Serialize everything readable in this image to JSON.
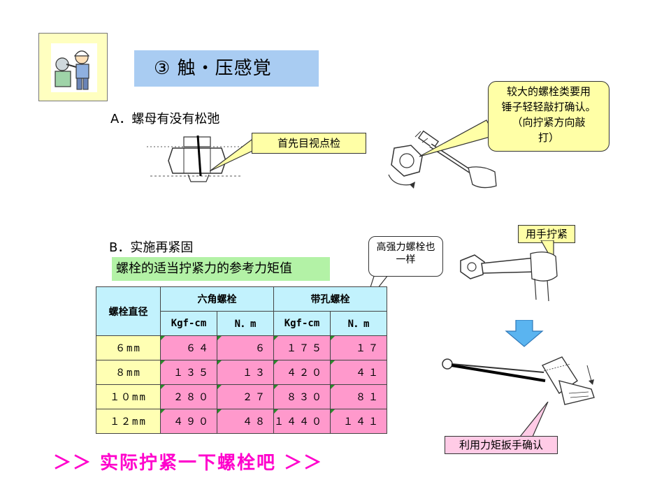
{
  "title": "③ 触・压感覚",
  "section_a": {
    "heading": "A．螺母有没有松弛",
    "callout_visual": "首先目视点检",
    "callout_hammer_line1": "较大的螺栓类要用",
    "callout_hammer_line2": "锤子轻轻敲打确认。",
    "callout_hammer_line3": "（向拧紧方向敲",
    "callout_hammer_line4": "打）"
  },
  "section_b": {
    "heading": "B．实施再紧固",
    "subtitle": "螺栓的适当拧紧力的参考力矩值",
    "callout_high_strength_line1": "高强力螺栓也",
    "callout_high_strength_line2": "一样",
    "callout_hand": "用手拧紧",
    "callout_wrench": "利用力矩扳手确认"
  },
  "table": {
    "col_diameter": "螺栓直径",
    "group_hex": "六角螺栓",
    "group_hole": "带孔螺栓",
    "unit_kgf": "Kgf-cm",
    "unit_nm": "N．m",
    "rows": [
      {
        "size": "６mm",
        "hex_kgf": "６４",
        "hex_nm": "６",
        "hole_kgf": "１７５",
        "hole_nm": "１７"
      },
      {
        "size": "８mm",
        "hex_kgf": "１３５",
        "hex_nm": "１３",
        "hole_kgf": "４２０",
        "hole_nm": "４１"
      },
      {
        "size": "１０mm",
        "hex_kgf": "２８０",
        "hex_nm": "２７",
        "hole_kgf": "８３０",
        "hole_nm": "８１"
      },
      {
        "size": "１２mm",
        "hex_kgf": "４９０",
        "hex_nm": "４８",
        "hole_kgf": "１４４０",
        "hole_nm": "１４１"
      }
    ]
  },
  "footer": "＞＞ 实际拧紧一下螺栓吧 ＞＞",
  "colors": {
    "title_bg": "#a9ccf2",
    "subtitle_bg": "#b3f2a6",
    "table_header_bg": "#c2f2fd",
    "size_cell_bg": "#ffffb3",
    "value_cell_bg": "#ff99cc",
    "footer_text": "#ff00cc",
    "arrow_blue": "#5ab4f0"
  }
}
